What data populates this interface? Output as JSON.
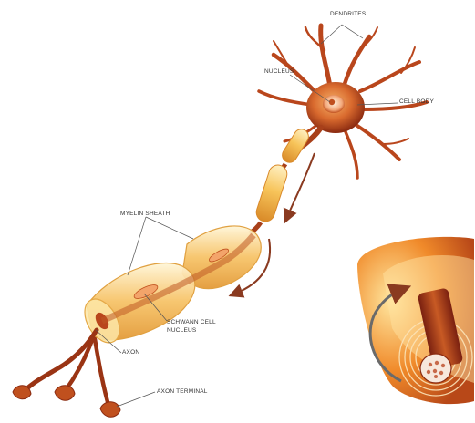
{
  "labels": {
    "dendrites": "DENDRITES",
    "nucleus": "NUCLEUS",
    "cell_body": "CELL BODY",
    "myelin_sheath": "MYELIN SHEATH",
    "schwann_line1": "SCHWANN CELL",
    "schwann_line2": "NUCLEUS",
    "axon": "AXON",
    "axon_terminal": "AXON TERMINAL"
  },
  "colors": {
    "neuron_dark": "#8a2a10",
    "neuron_mid": "#c0501e",
    "myelin": "#f2b544",
    "myelin_light": "#fde7a8",
    "arrow": "#8a3a20",
    "leader": "#555555"
  }
}
